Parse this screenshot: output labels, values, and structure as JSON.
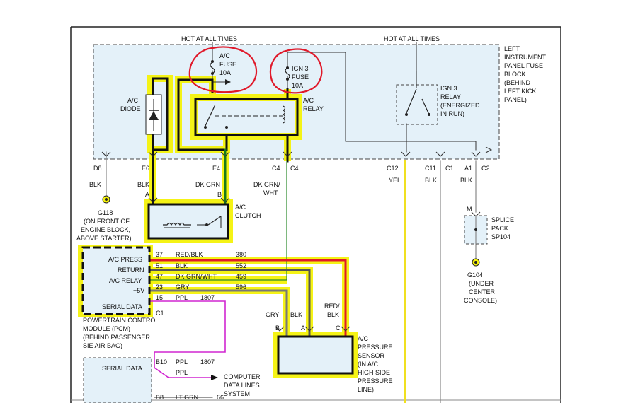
{
  "diagram": {
    "hot1": "HOT AT ALL TIMES",
    "hot2": "HOT AT ALL TIMES",
    "fuse_block": [
      "LEFT",
      "INSTRUMENT",
      "PANEL FUSE",
      "BLOCK",
      "(BEHIND",
      "LEFT KICK",
      "PANEL)"
    ],
    "ac_fuse": [
      "A/C",
      "FUSE",
      "10A"
    ],
    "ign_fuse": [
      "IGN 3",
      "FUSE",
      "10A"
    ],
    "ac_diode": [
      "A/C",
      "DIODE"
    ],
    "ac_relay": [
      "A/C",
      "RELAY"
    ],
    "ign_relay": [
      "IGN 3",
      "RELAY",
      "(ENERGIZED",
      "IN RUN)"
    ],
    "pins": [
      "D8",
      "E6",
      "E4",
      "C4",
      "C4",
      "C12",
      "C11",
      "C1",
      "A1",
      "C2"
    ],
    "colors_top": [
      "BLK",
      "BLK",
      "DK GRN",
      "DK GRN/",
      "WHT",
      "YEL",
      "BLK",
      "BLK"
    ],
    "g118": [
      "G118",
      "(ON FRONT OF",
      "ENGINE BLOCK,",
      "ABOVE STARTER)"
    ],
    "clutch": [
      "A",
      "B",
      "A/C",
      "CLUTCH"
    ],
    "splice": [
      "M",
      "SPLICE",
      "PACK",
      "SP104"
    ],
    "g104": [
      "G104",
      "(UNDER",
      "CENTER",
      "CONSOLE)"
    ],
    "pcm_labels": [
      "A/C PRESS",
      "RETURN",
      "A/C RELAY",
      "+5V",
      "SERIAL DATA",
      "C1"
    ],
    "pcm_wires": [
      {
        "pin": "37",
        "color": "RED/BLK",
        "circuit": "380"
      },
      {
        "pin": "51",
        "color": "BLK",
        "circuit": "552"
      },
      {
        "pin": "47",
        "color": "DK GRN/WHT",
        "circuit": "459"
      },
      {
        "pin": "23",
        "color": "GRY",
        "circuit": "596"
      },
      {
        "pin": "15",
        "color": "PPL",
        "circuit": "1807"
      }
    ],
    "pcm_name": [
      "POWERTRAIN CONTROL",
      "MODULE (PCM)",
      "(BEHIND PASSENGER",
      "SIE AIR BAG)"
    ],
    "sensor_wires": [
      "GRY",
      "BLK",
      "RED/",
      "BLK",
      "B",
      "A",
      "C"
    ],
    "sensor": [
      "A/C",
      "PRESSURE",
      "SENSOR",
      "(IN A/C",
      "HIGH SIDE",
      "PRESSURE",
      "LINE)"
    ],
    "bottom": {
      "serial": "SERIAL DATA",
      "b10": "B10",
      "ppl1": "PPL",
      "c1807": "1807",
      "ppl2": "PPL",
      "computer": [
        "COMPUTER",
        "DATA LINES",
        "SYSTEM"
      ],
      "b8": "B8",
      "ltgrn": "LT GRN",
      "c66": "66"
    }
  }
}
